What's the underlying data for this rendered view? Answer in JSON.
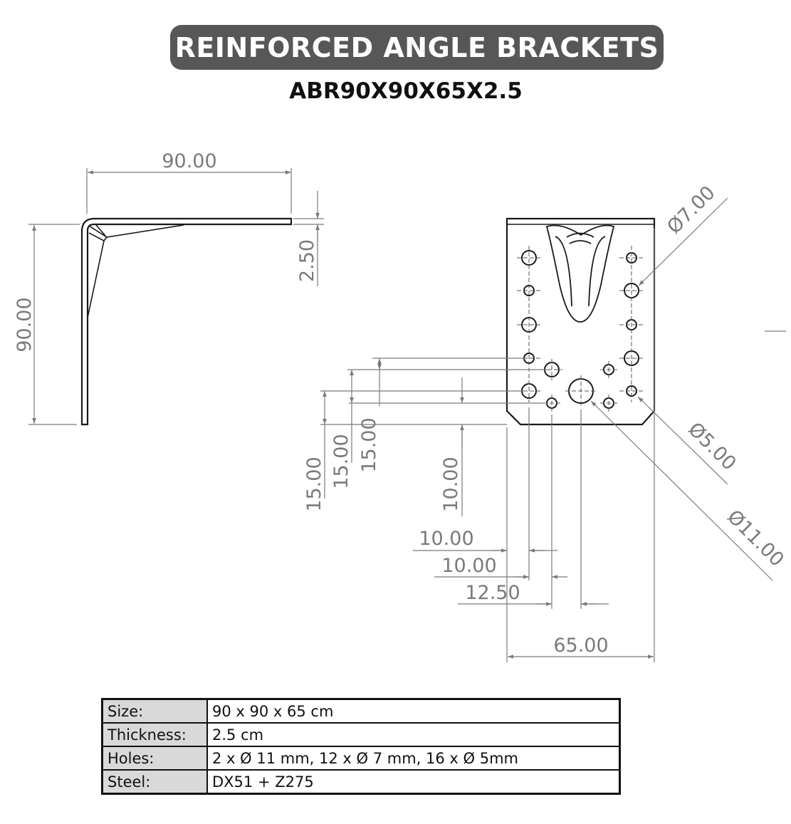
{
  "header": {
    "title": "REINFORCED ANGLE BRACKETS",
    "model": "ABR90X90X65X2.5"
  },
  "drawing": {
    "side_view": {
      "width_label": "90.00",
      "height_label": "90.00",
      "thickness_label": "2.50"
    },
    "front_view": {
      "hole7_label": "Ø7.00",
      "hole5_label": "Ø5.00",
      "hole11_label": "Ø11.00",
      "vertical_dims": [
        "15.00",
        "15.00",
        "15.00",
        "10.00"
      ],
      "horizontal_dims": [
        "10.00",
        "10.00",
        "12.50"
      ],
      "width_label": "65.00"
    },
    "line_color": "#1a1a1a",
    "dim_color": "#7a7a7a"
  },
  "specs": [
    {
      "label": "Size:",
      "value": "90 x 90 x 65 cm"
    },
    {
      "label": "Thickness:",
      "value": "2.5 cm"
    },
    {
      "label": "Holes:",
      "value": "2 x Ø 11 mm, 12 x Ø 7 mm, 16 x Ø 5mm"
    },
    {
      "label": "Steel:",
      "value": "DX51 + Z275"
    }
  ]
}
